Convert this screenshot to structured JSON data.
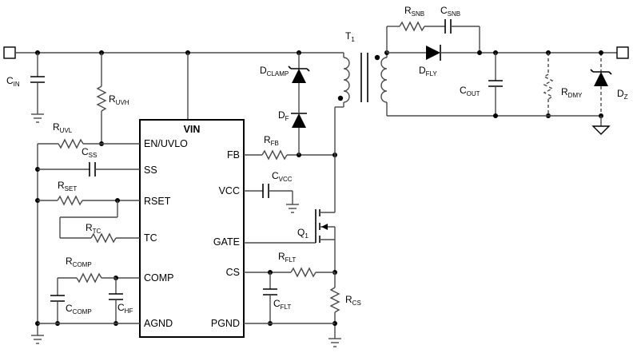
{
  "ic": {
    "title": "VIN",
    "pins_left": [
      "EN/UVLO",
      "SS",
      "RSET",
      "TC",
      "COMP",
      "AGND"
    ],
    "pins_right": [
      "FB",
      "VCC",
      "GATE",
      "CS",
      "PGND"
    ]
  },
  "components": {
    "cin": {
      "base": "C",
      "sub": "IN"
    },
    "ruvh": {
      "base": "R",
      "sub": "UVH"
    },
    "ruvl": {
      "base": "R",
      "sub": "UVL"
    },
    "css": {
      "base": "C",
      "sub": "SS"
    },
    "rset": {
      "base": "R",
      "sub": "SET"
    },
    "rtc": {
      "base": "R",
      "sub": "TC"
    },
    "rcomp": {
      "base": "R",
      "sub": "COMP"
    },
    "ccomp": {
      "base": "C",
      "sub": "COMP"
    },
    "chf": {
      "base": "C",
      "sub": "HF"
    },
    "rfb": {
      "base": "R",
      "sub": "FB"
    },
    "cvcc": {
      "base": "C",
      "sub": "VCC"
    },
    "q1": {
      "base": "Q",
      "sub": "1"
    },
    "rflt": {
      "base": "R",
      "sub": "FLT"
    },
    "cflt": {
      "base": "C",
      "sub": "FLT"
    },
    "rcs": {
      "base": "R",
      "sub": "CS"
    },
    "dclamp": {
      "base": "D",
      "sub": "CLAMP"
    },
    "df": {
      "base": "D",
      "sub": "F"
    },
    "t1": {
      "base": "T",
      "sub": "1"
    },
    "rsnb": {
      "base": "R",
      "sub": "SNB"
    },
    "csnb": {
      "base": "C",
      "sub": "SNB"
    },
    "dfly": {
      "base": "D",
      "sub": "FLY"
    },
    "cout": {
      "base": "C",
      "sub": "OUT"
    },
    "rdmy": {
      "base": "R",
      "sub": "DMY"
    },
    "dz": {
      "base": "D",
      "sub": "Z"
    }
  }
}
